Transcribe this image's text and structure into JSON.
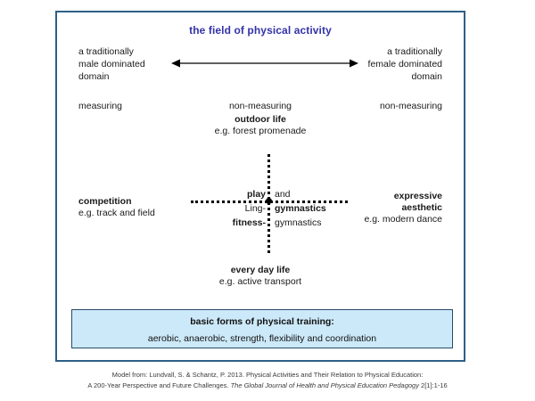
{
  "diagram": {
    "title": "the field of physical activity",
    "axis": {
      "left_label": "a traditionally\nmale dominated\ndomain",
      "right_label": "a traditionally\nfemale dominated\ndomain",
      "arrow_icon": "double-headed-horizontal-arrow"
    },
    "measuring_row": {
      "left": "measuring",
      "center": "non-measuring",
      "right": "non-measuring"
    },
    "poles": {
      "top": {
        "title": "outdoor life",
        "example": "e.g. forest promenade"
      },
      "bottom": {
        "title": "every day life",
        "example": "e.g. active transport"
      },
      "left": {
        "title": "competition",
        "example": "e.g. track and field"
      },
      "right": {
        "title_line1": "expressive",
        "title_line2": "aesthetic",
        "example": "e.g. modern dance"
      }
    },
    "center": {
      "play": "play",
      "and": "and",
      "ling": "Ling-",
      "gymnastics_bold": "gymnastics",
      "fitness": "fitness-",
      "gymnastics": "gymnastics"
    },
    "basic_forms": {
      "title": "basic forms of physical training:",
      "body": "aerobic, anaerobic, strength, flexibility and coordination"
    },
    "colors": {
      "frame_border": "#2e5f86",
      "title_text": "#3333aa",
      "box_fill": "#cce9f9",
      "box_border": "#2a4a6b"
    }
  },
  "citation": {
    "line1": "Model from: Lundvall, S. & Schantz, P. 2013. Physical Activities and Their Relation to Physical Education:",
    "line2_prefix": "A 200-Year Perspective and Future Challenges. ",
    "line2_italic": "The Global Journal of Health and Physical Education Pedagogy",
    "line2_suffix": " 2[1]:1-16"
  }
}
